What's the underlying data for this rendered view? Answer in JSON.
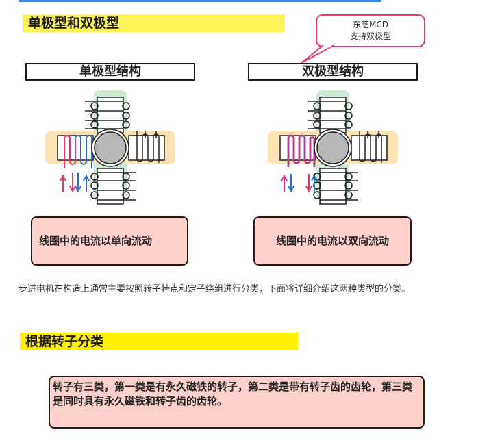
{
  "section1": {
    "heading": "单极型和双极型",
    "callout": {
      "line1": "东芝MCD",
      "line2": "支持双极型",
      "border_color": "#e23b77"
    },
    "unipolar": {
      "title": "单极型结构",
      "caption": "线圈中的电流以单向流动"
    },
    "bipolar": {
      "title": "双极型结构",
      "caption": "线圈中的电流以双向流动"
    }
  },
  "paragraph": "步进电机在构造上通常主要按照转子特点和定子绕组进行分类，下面将详细介绍这两种类型的分类。",
  "section2": {
    "heading": "根据转子分类",
    "box_text": "转子有三类，第一类是有永久磁铁的转子，第二类是带有转子齿的齿轮，第三类是同时具有永久磁铁和转子齿的齿轮。"
  },
  "colors": {
    "top_bar": "#3f86e8",
    "heading1_bg": "#fff35a",
    "heading2_bg": "#ffef00",
    "caption_bg": "#ffd0cc",
    "coil_pink": "#e8336f",
    "coil_blue": "#2c6fc4",
    "pole_green": "#cfe8d4",
    "pole_orange": "#fde3b3"
  }
}
